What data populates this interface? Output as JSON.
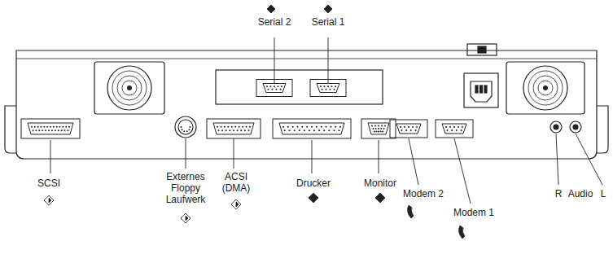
{
  "diagram": {
    "labels": [
      "Serial 2",
      "Serial 1",
      "SCSI",
      "Externes Floppy Laufwerk",
      "ACSI (DMA)",
      "Drucker",
      "Monitor",
      "Modem 2",
      "Modem 1",
      "R",
      "Audio",
      "L"
    ]
  }
}
